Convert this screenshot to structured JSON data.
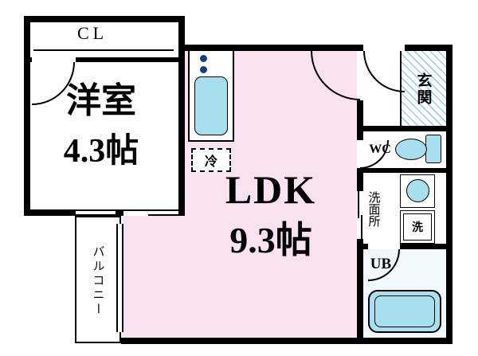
{
  "floorplan": {
    "rooms": {
      "closet": {
        "label": "CL"
      },
      "western_room": {
        "name": "洋室",
        "size": "4.3帖"
      },
      "ldk": {
        "name": "LDK",
        "size": "9.3帖"
      },
      "balcony": {
        "label": "バルコニー"
      },
      "entrance": {
        "label": "玄関"
      },
      "toilet": {
        "label": "WC"
      },
      "washroom": {
        "label": "洗面所"
      },
      "unit_bath": {
        "label": "UB"
      }
    },
    "fixtures": {
      "refrigerator": {
        "label": "冷"
      },
      "washing_machine": {
        "label": "洗"
      }
    },
    "colors": {
      "wall": "#000000",
      "ldk_fill": "#f9e2f0",
      "fixture_fill": "#a8dfee",
      "entrance_stripe": "#9fcfe8",
      "burner": "#16407c"
    }
  }
}
